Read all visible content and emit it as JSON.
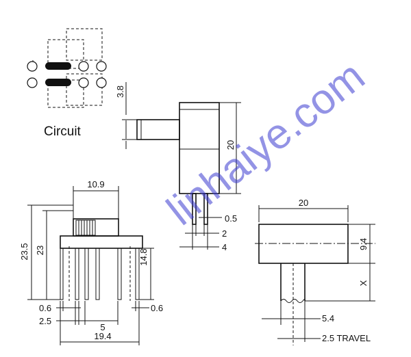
{
  "circuit": {
    "caption": "Circuit"
  },
  "watermark": {
    "text": "linhaiye.com"
  },
  "dimensions": {
    "lever_width": "3.8",
    "body_height": "20",
    "pin_width": "0.5",
    "pin_gap": "2",
    "pin_span": "4",
    "top_width": "10.9",
    "overall_height": "23.5",
    "body_total_height": "23",
    "pin_length": "14.8",
    "pin_thickness_left": "0.6",
    "pin_thickness_right": "0.6",
    "pin_pitch": "2.5",
    "pin_spacing": "5",
    "overall_width": "19.4",
    "end_width": "20",
    "end_height": "9.4",
    "lever_length": "X",
    "lever_offset": "5.4",
    "travel": "2.5 TRAVEL"
  }
}
